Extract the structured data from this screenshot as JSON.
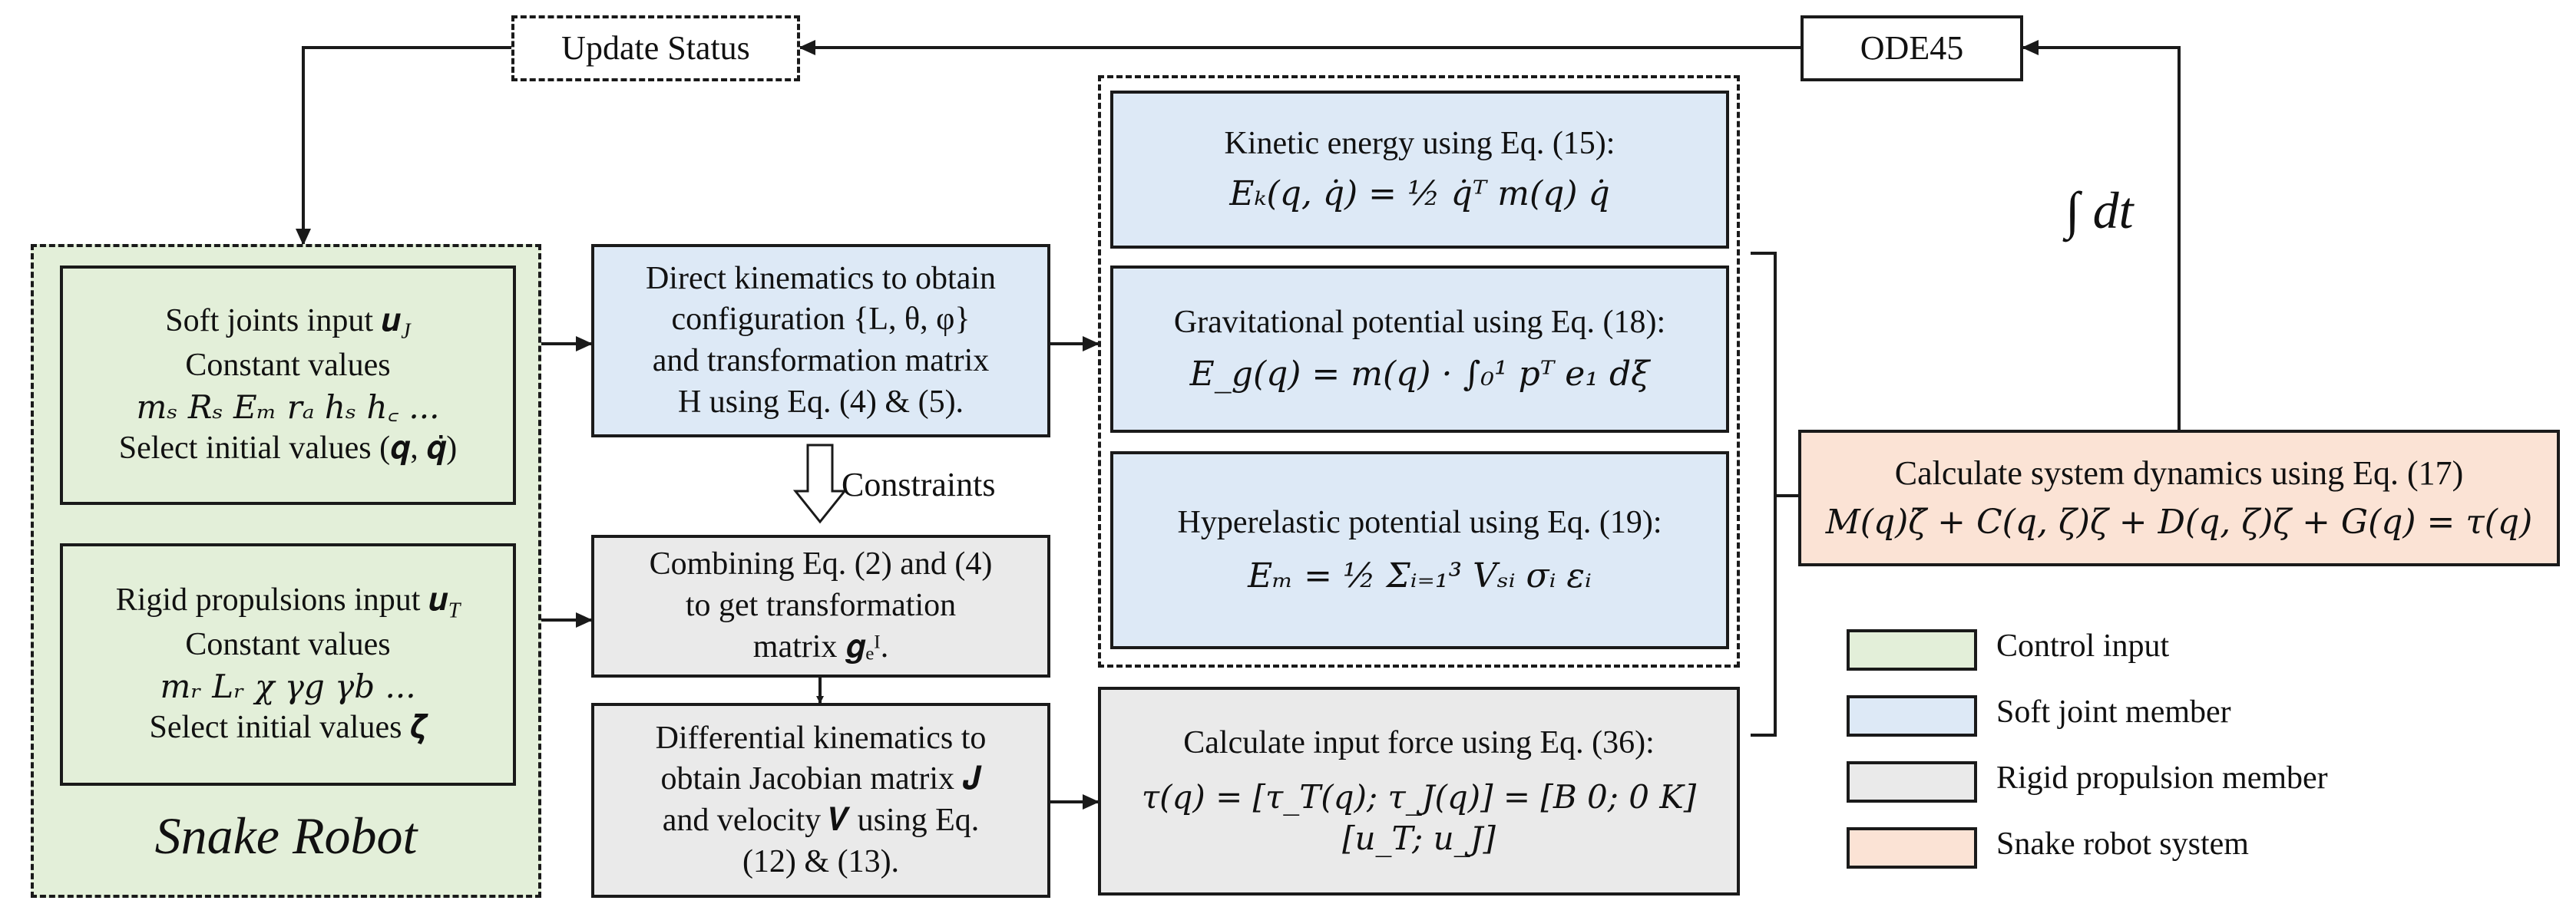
{
  "update_status": "Update Status",
  "ode45": "ODE45",
  "integral": "∫ dt",
  "constraints": "Constraints",
  "snake_robot_title": "Snake Robot",
  "soft_joints": {
    "line1": "Soft joints input 𝒖",
    "line1_sub": "J",
    "line2": "Constant values",
    "line3": "mₛ Rₛ Eₘ rₐ hₛ h꜀ ...",
    "line4": "Select initial values (𝒒, 𝒒̇)"
  },
  "rigid_prop": {
    "line1": "Rigid propulsions input 𝒖",
    "line1_sub": "T",
    "line2": "Constant values",
    "line3": "mᵣ Lᵣ χ γg γb ...",
    "line4": "Select initial values 𝜻"
  },
  "direct_kin": {
    "line1": "Direct kinematics to obtain",
    "line2": "configuration {L, θ, φ}",
    "line3": "and transformation matrix",
    "line4": "H using Eq. (4) & (5)."
  },
  "combining": {
    "line1": "Combining  Eq. (2) and (4)",
    "line2": "to get transformation",
    "line3": "matrix 𝒈ₑᴵ."
  },
  "differential": {
    "line1": "Differential kinematics to",
    "line2": "obtain Jacobian matrix 𝑱",
    "line3": "and velocity 𝑽 using Eq.",
    "line4": "(12) & (13)."
  },
  "kinetic": {
    "title": "Kinetic energy using Eq. (15):",
    "eq": "Eₖ(q, q̇) = ½ q̇ᵀ m(q) q̇"
  },
  "gravitational": {
    "title": "Gravitational potential using Eq. (18):",
    "eq": "E_g(q) = m(q) · ∫₀¹ pᵀ e₁ dξ"
  },
  "hyperelastic": {
    "title": "Hyperelastic potential using Eq. (19):",
    "eq": "Eₘ = ½ Σᵢ₌₁³ Vₛᵢ σᵢ εᵢ"
  },
  "input_force": {
    "title": "Calculate input force using Eq. (36):",
    "eq": "τ(q) = [τ_T(q); τ_J(q)] = [B 0; 0 K] [u_T; u_J]"
  },
  "system_dynamics": {
    "title": "Calculate system dynamics using Eq. (17)",
    "eq": "M(q)ζ̇ + C(q, ζ)ζ + D(q, ζ)ζ + G(q) = τ(q)"
  },
  "legend": [
    {
      "label": "Control input",
      "color": "#e3efd9"
    },
    {
      "label": "Soft joint member",
      "color": "#dde9f6"
    },
    {
      "label": "Rigid propulsion member",
      "color": "#eaeaea"
    },
    {
      "label": "Snake robot system",
      "color": "#fbe3d5"
    }
  ]
}
